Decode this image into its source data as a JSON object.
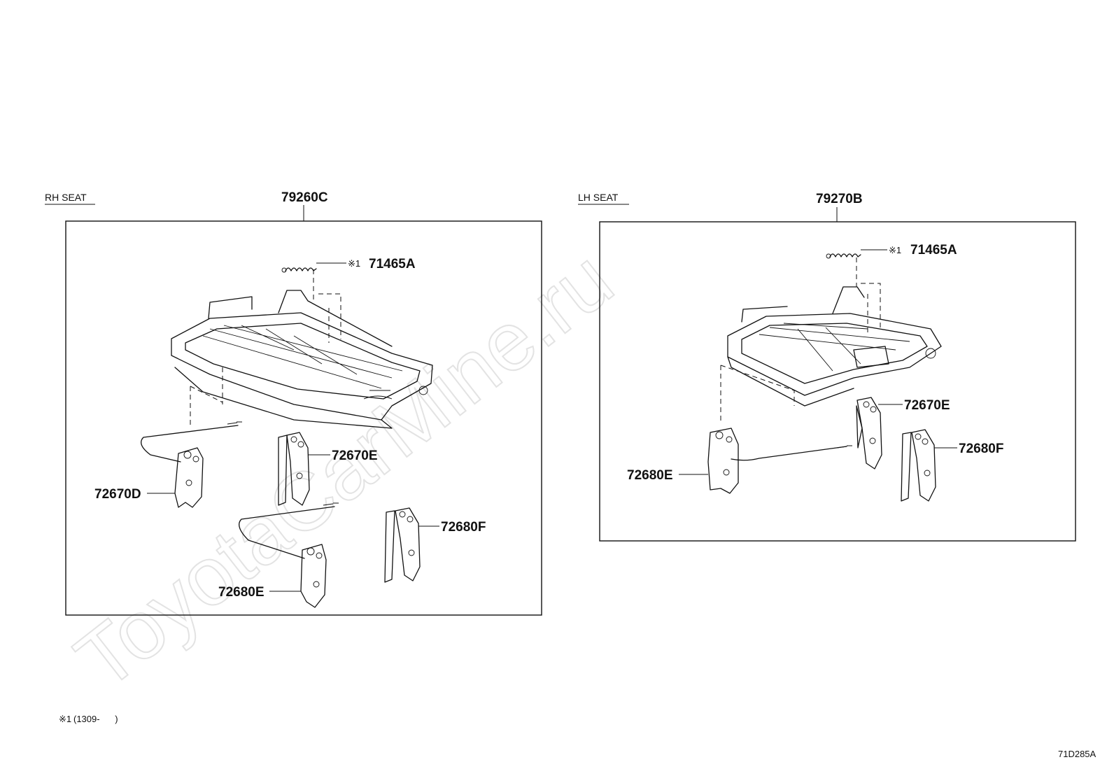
{
  "watermark": "ToyotaCarMine.ru",
  "rh_panel": {
    "seat_label": "RH SEAT",
    "assembly_number": "79260C",
    "spring_note_mark": "※1",
    "spring_part": "71465A",
    "parts": [
      "72670E",
      "72670D",
      "72680F",
      "72680E"
    ]
  },
  "lh_panel": {
    "seat_label": "LH SEAT",
    "assembly_number": "79270B",
    "spring_note_mark": "※1",
    "spring_part": "71465A",
    "parts": [
      "72670E",
      "72680F",
      "72680E"
    ]
  },
  "footnote": {
    "mark": "※1",
    "text": "(1309-      )"
  },
  "figure_code": "71D285A"
}
